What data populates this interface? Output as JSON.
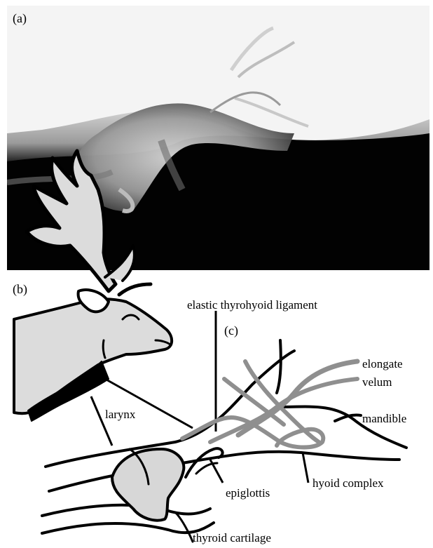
{
  "panels": {
    "a": "(a)",
    "b": "(b)",
    "c": "(c)"
  },
  "labels": {
    "ligament": "elastic thyrohyoid ligament",
    "larynx": "larynx",
    "elongate": "elongate",
    "velum": "velum",
    "mandible": "mandible",
    "hyoid": "hyoid complex",
    "epiglottis": "epiglottis",
    "thyroid": "thyroid cartilage"
  },
  "colors": {
    "xray_dark": "#000000",
    "xray_light": "#ffffff",
    "fill_grey": "#d7d7d7",
    "line_grey": "#8f8f8f"
  }
}
